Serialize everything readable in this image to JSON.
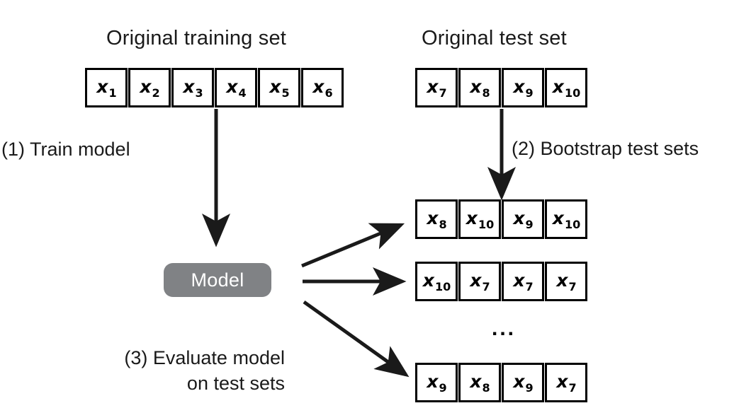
{
  "diagram": {
    "title_training": "Original training set",
    "title_test": "Original test set",
    "step1_label": "(1) Train model",
    "step2_label": "(2) Bootstrap test sets",
    "step3_label_line1": "(3) Evaluate model",
    "step3_label_line2": "on test sets",
    "model_label": "Model",
    "ellipsis": "...",
    "colors": {
      "stroke": "#1a1a1a",
      "box_border": "#000000",
      "model_fill": "#808285",
      "model_text": "#ffffff",
      "background": "#ffffff"
    },
    "training_set": {
      "base": "x",
      "subscripts": [
        "1",
        "2",
        "3",
        "4",
        "5",
        "6"
      ]
    },
    "test_set": {
      "base": "x",
      "subscripts": [
        "7",
        "8",
        "9",
        "10"
      ]
    },
    "bootstrap_sets": [
      {
        "base": "x",
        "subscripts": [
          "8",
          "10",
          "9",
          "10"
        ]
      },
      {
        "base": "x",
        "subscripts": [
          "10",
          "7",
          "7",
          "7"
        ]
      },
      {
        "base": "x",
        "subscripts": [
          "9",
          "8",
          "9",
          "7"
        ]
      }
    ]
  }
}
